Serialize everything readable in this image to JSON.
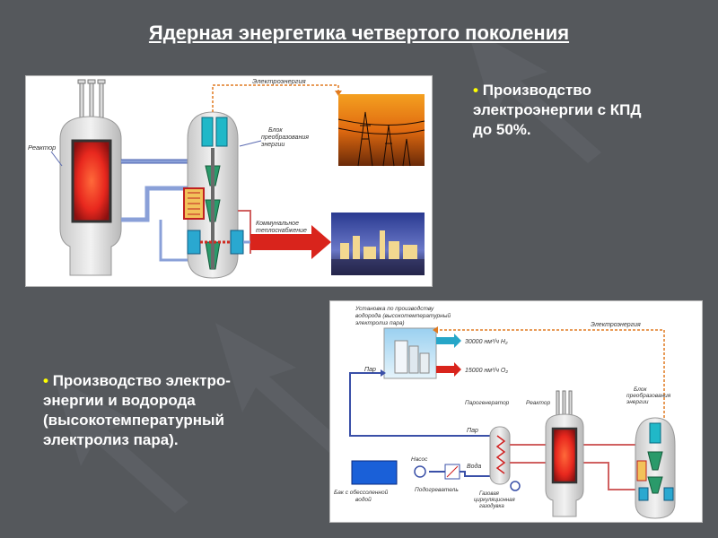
{
  "slide": {
    "title": "Ядерная энергетика четвертого поколения",
    "bullet_marker": "•",
    "bullet1_lines": [
      "Производство",
      "электроэнергии с КПД",
      "до 50%."
    ],
    "bullet2_lines": [
      "Производство электро-",
      "энергии и водорода",
      "(высокотемпературный",
      "электролиз пара)."
    ]
  },
  "diagram1": {
    "label_electricity": "Электроэнергия",
    "label_reactor": "Реактор",
    "label_block": [
      "Блок",
      "преобразования",
      "энергии"
    ],
    "label_heating": [
      "Коммунальное",
      "теплоснабжение"
    ]
  },
  "diagram2": {
    "label_plant": [
      "Установка по производству",
      "водорода (высокотемпературный",
      "электролиз пара)"
    ],
    "label_electricity": "Электроэнергия",
    "label_h2": "30000 нм³/ч H₂",
    "label_o2": "15000 нм³/ч O₂",
    "label_steam_top": "Пар",
    "label_steam_gen": "Парогенератор",
    "label_reactor": "Реактор",
    "label_block": [
      "Блок",
      "преобразования",
      "энергии"
    ],
    "label_steam_mid": "Пар",
    "label_pump": "Насос",
    "label_water": "Вода",
    "label_tank": [
      "Бак с обессоленной",
      "водой"
    ],
    "label_heater": "Подогреватель",
    "label_blower": [
      "Газовая",
      "циркуляционная",
      "газодувка"
    ]
  },
  "colors": {
    "background": "#55585c",
    "title": "#ffffff",
    "bullet_dot": "#ffff00",
    "flow_line": "#3a50a8",
    "reactor_core": "#e8281e",
    "arrow_red": "#d9241c"
  }
}
